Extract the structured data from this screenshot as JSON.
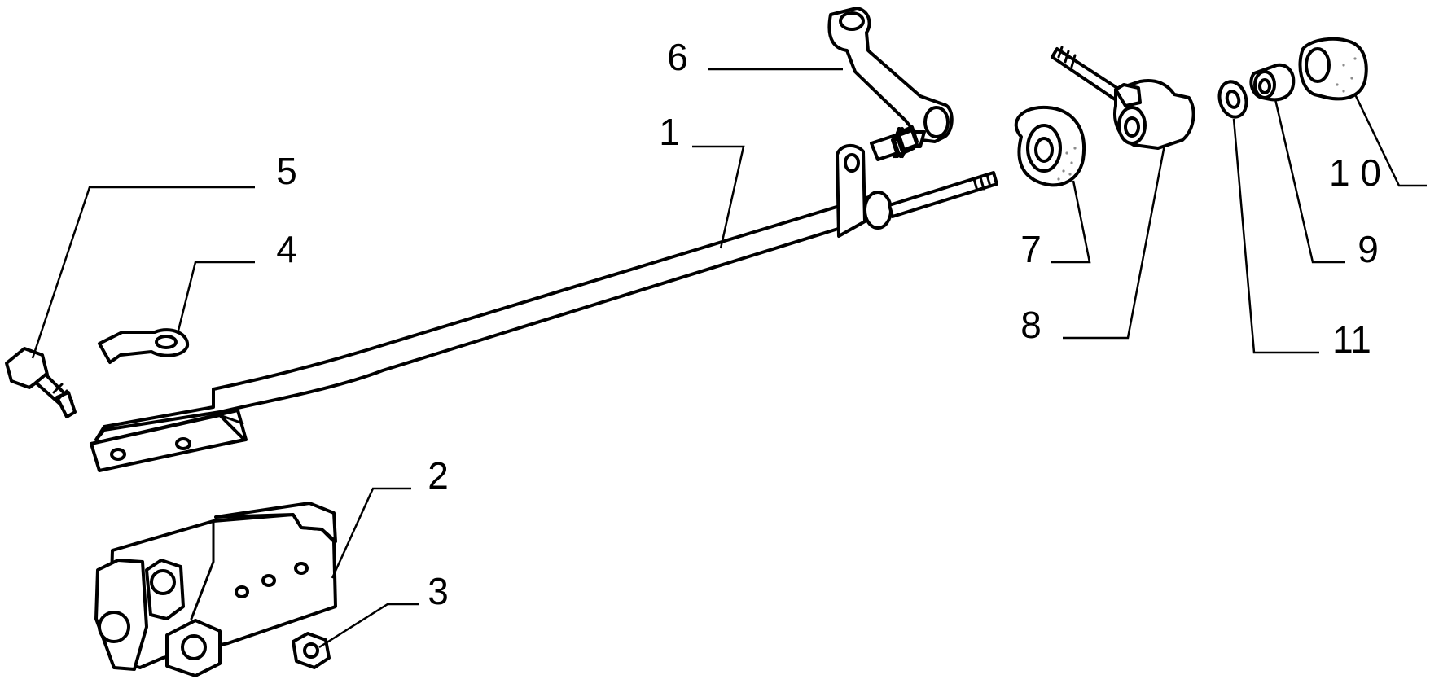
{
  "callouts": [
    {
      "id": "1",
      "label": "1"
    },
    {
      "id": "2",
      "label": "2"
    },
    {
      "id": "3",
      "label": "3"
    },
    {
      "id": "4",
      "label": "4"
    },
    {
      "id": "5",
      "label": "5"
    },
    {
      "id": "6",
      "label": "6"
    },
    {
      "id": "7",
      "label": "7"
    },
    {
      "id": "8",
      "label": "8"
    },
    {
      "id": "9",
      "label": "9"
    },
    {
      "id": "10",
      "label": "1 0"
    },
    {
      "id": "11",
      "label": "11"
    }
  ],
  "colors": {
    "ink": "#000000",
    "paper": "#ffffff"
  }
}
